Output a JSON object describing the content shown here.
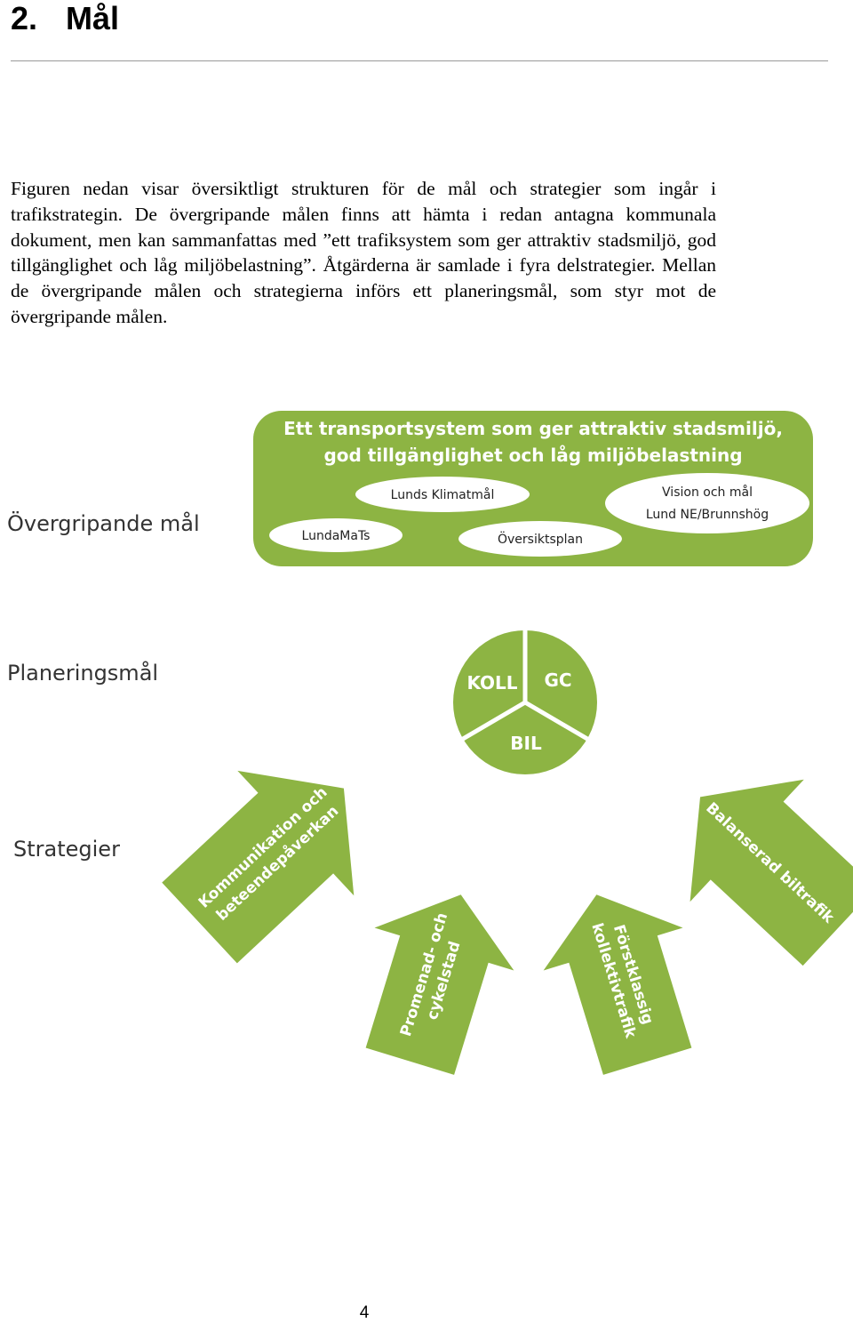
{
  "section": {
    "number": "2.",
    "title": "Mål"
  },
  "paragraph": "Figuren nedan visar översiktligt strukturen för de mål och strategier som ingår i trafikstrategin. De övergripande målen finns att hämta i redan antagna kommunala dokument, men kan sammanfattas med ”ett trafiksystem som ger attraktiv stadsmiljö, god tillgänglighet och låg miljöbelastning”. Åtgärderna är samlade i fyra delstrategier. Mellan de övergripande målen och strategierna införs ett planeringsmål, som styr mot de övergripande målen.",
  "diagram": {
    "colors": {
      "green": "#8db443",
      "light": "#c7dca0",
      "text": "#ffffff",
      "dark": "#333333"
    },
    "level_labels": {
      "overall": "Övergripande mål",
      "planning": "Planeringsmål",
      "strategies": "Strategier"
    },
    "goal_box": {
      "line1": "Ett transportsystem som ger attraktiv stadsmiljö,",
      "line2": "god tillgänglighet och låg miljöbelastning",
      "documents": {
        "klimatmal": "Lunds Klimatmål",
        "vision_line1": "Vision och mål",
        "vision_line2": "Lund NE/Brunnshög",
        "lundamats": "LundaMaTs",
        "oversiktsplan": "Översiktsplan"
      }
    },
    "pie": {
      "koll": "KOLL",
      "gc": "GC",
      "bil": "BIL"
    },
    "arrows": {
      "kommunikation_line1": "Kommunikation och",
      "kommunikation_line2": "beteendepåverkan",
      "promenad_line1": "Promenad- och",
      "promenad_line2": "cykelstad",
      "forstklassig_line1": "Förstklassig",
      "forstklassig_line2": "kollektivtrafik",
      "balanserad": "Balanserad biltrafik"
    }
  },
  "page_number": "4"
}
